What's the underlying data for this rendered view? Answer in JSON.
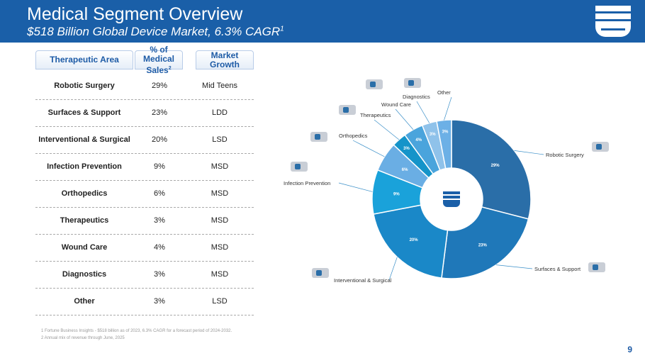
{
  "header": {
    "title": "Medical Segment Overview",
    "subtitle": "$518 Billion Global Device Market, 6.3% CAGR",
    "subtitle_sup": "1"
  },
  "table": {
    "headers": [
      "Therapeutic Area",
      "% of Medical Sales",
      "Market Growth"
    ],
    "header_sup": "2",
    "rows": [
      [
        "Robotic Surgery",
        "29%",
        "Mid Teens"
      ],
      [
        "Surfaces & Support",
        "23%",
        "LDD"
      ],
      [
        "Interventional & Surgical",
        "20%",
        "LSD"
      ],
      [
        "Infection Prevention",
        "9%",
        "MSD"
      ],
      [
        "Orthopedics",
        "6%",
        "MSD"
      ],
      [
        "Therapeutics",
        "3%",
        "MSD"
      ],
      [
        "Wound Care",
        "4%",
        "MSD"
      ],
      [
        "Diagnostics",
        "3%",
        "MSD"
      ],
      [
        "Other",
        "3%",
        "LSD"
      ]
    ]
  },
  "chart_data": {
    "type": "pie",
    "donut": true,
    "categories": [
      "Robotic Surgery",
      "Surfaces & Support",
      "Interventional & Surgical",
      "Infection Prevention",
      "Orthopedics",
      "Therapeutics",
      "Wound Care",
      "Diagnostics",
      "Other"
    ],
    "values": [
      29,
      23,
      20,
      9,
      6,
      3,
      4,
      3,
      3
    ],
    "data_labels": [
      "29%",
      "23%",
      "20%",
      "9%",
      "6%",
      "3%",
      "4%",
      "3%",
      "3%"
    ],
    "colors": [
      "#2a6ea8",
      "#1f78b9",
      "#1a88c8",
      "#1aa2da",
      "#6aaee4",
      "#1594c9",
      "#4aa4dc",
      "#8fc2ea",
      "#6cb0e6"
    ],
    "legend": "callouts"
  },
  "footnotes": [
    "1 Fortune Business Insights - $518 billion as of 2023, 6.3% CAGR for a forecast period of 2024-2032.",
    "2 Annual mix of revenue through June, 2025"
  ],
  "page_number": "9"
}
